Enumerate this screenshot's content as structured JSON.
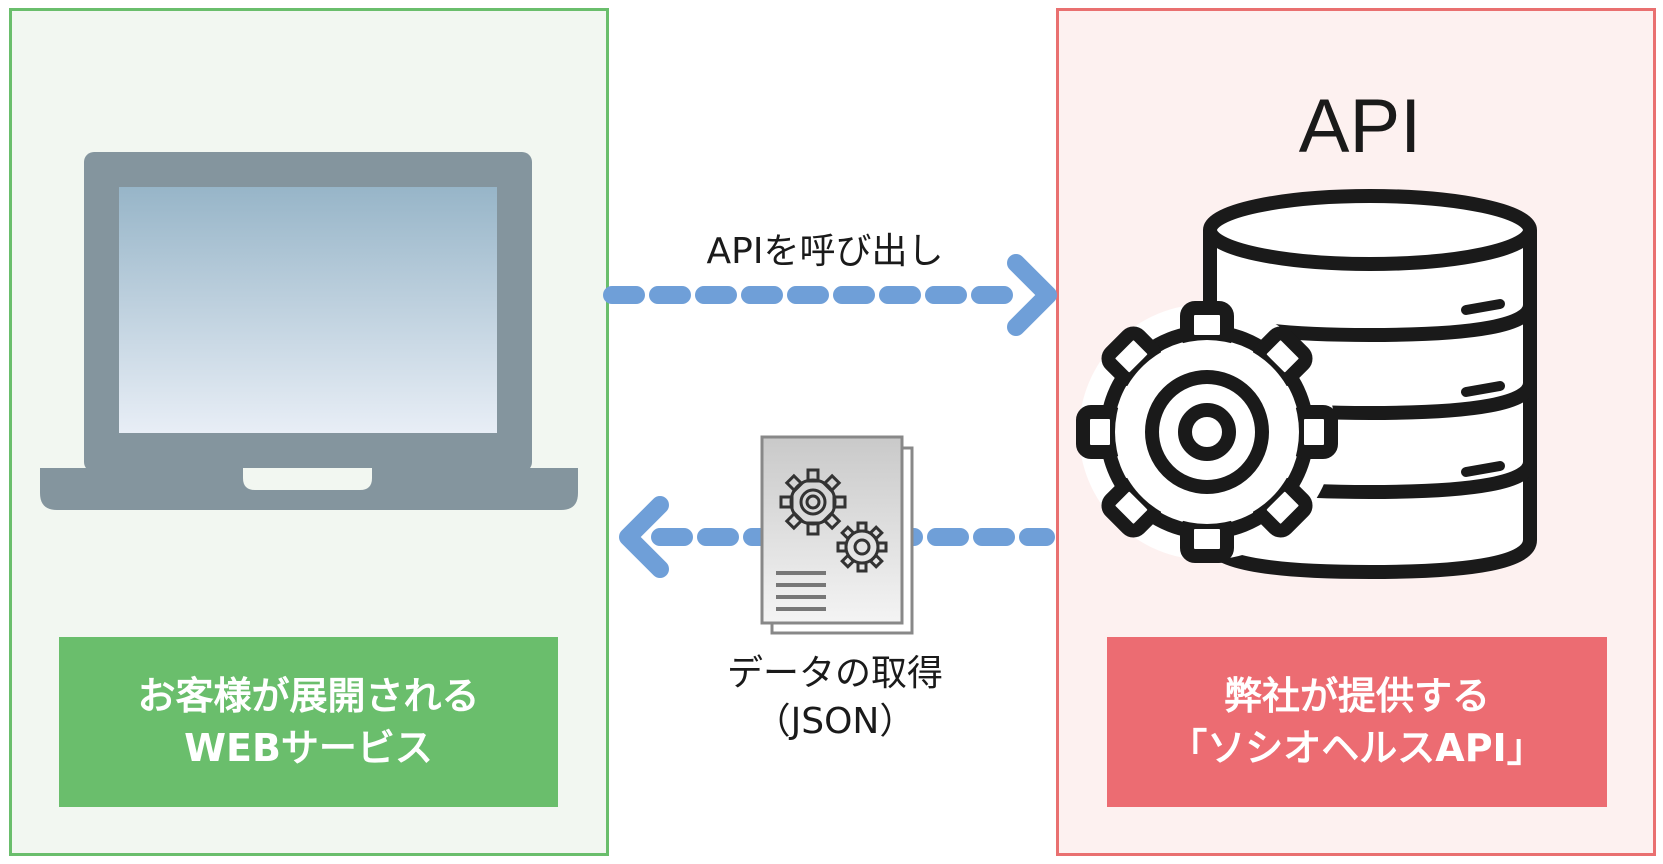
{
  "left_panel": {
    "label_line1": "お客様が展開される",
    "label_line2": "WEBサービス",
    "icon": "laptop-icon"
  },
  "right_panel": {
    "title": "API",
    "label_line1": "弊社が提供する",
    "label_line2": "「ソシオヘルスAPI」",
    "icon": "database-gear-icon"
  },
  "flows": {
    "request_label": "APIを呼び出し",
    "response_label_line1": "データの取得",
    "response_label_line2": "（JSON）",
    "response_icon": "json-document-icon"
  },
  "colors": {
    "left_accent": "#6abe6c",
    "right_accent": "#ec6c72",
    "arrow": "#6f9fd8",
    "laptop": "#84959e"
  }
}
